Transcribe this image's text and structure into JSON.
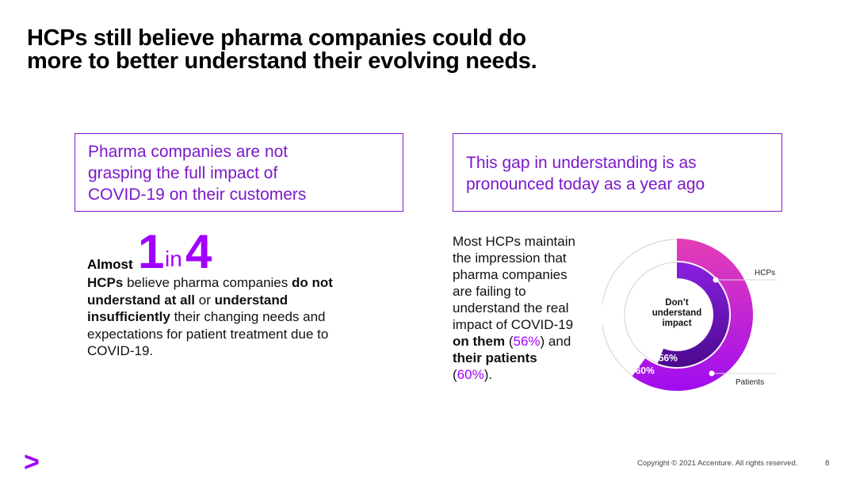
{
  "title": {
    "line1": "HCPs still believe pharma companies could do",
    "line2": "more to better understand their evolving needs."
  },
  "left_box": {
    "line1": "Pharma companies are not",
    "line2": "grasping the full impact of",
    "line3": "COVID-19 on their customers"
  },
  "right_box": {
    "line1": "This gap in understanding is as",
    "line2": "pronounced today as a year ago"
  },
  "stat": {
    "almost": "Almost",
    "num1": "1",
    "in": "in",
    "num2": "4",
    "hcps": "HCPs",
    "t1": " believe pharma companies ",
    "b1": "do not understand at all",
    "t2": " or ",
    "b2": "understand insufficiently",
    "t3": " their changing needs and expectations for patient treatment due to COVID-19."
  },
  "mid_text": {
    "l1": "Most HCPs maintain",
    "l2": "the impression that",
    "l3": "pharma companies",
    "l4": "are failing to",
    "l5": "understand the real",
    "l6": "impact of COVID-19",
    "l7_bold": "on them",
    "l7_open": " (",
    "l7_pct": "56%",
    "l7_close": ") and",
    "l8_bold": "their patients",
    "l9_open": "(",
    "l9_pct": "60%",
    "l9_close": ")."
  },
  "chart_data": {
    "type": "pie",
    "center_label": [
      "Don’t",
      "understand",
      "impact"
    ],
    "series": [
      {
        "name": "HCPs",
        "value": 56,
        "label": "56%"
      },
      {
        "name": "Patients",
        "value": 60,
        "label": "60%"
      }
    ],
    "colors": {
      "hcps": "#5a0fa8",
      "patients": "#b025f5",
      "patients_light": "#e43fb5",
      "track": "#d9d9d9",
      "inner_track": "#ffffff"
    }
  },
  "footer": {
    "logo": ">",
    "copyright": "Copyright © 2021 Accenture. All rights reserved.",
    "page": "8"
  }
}
